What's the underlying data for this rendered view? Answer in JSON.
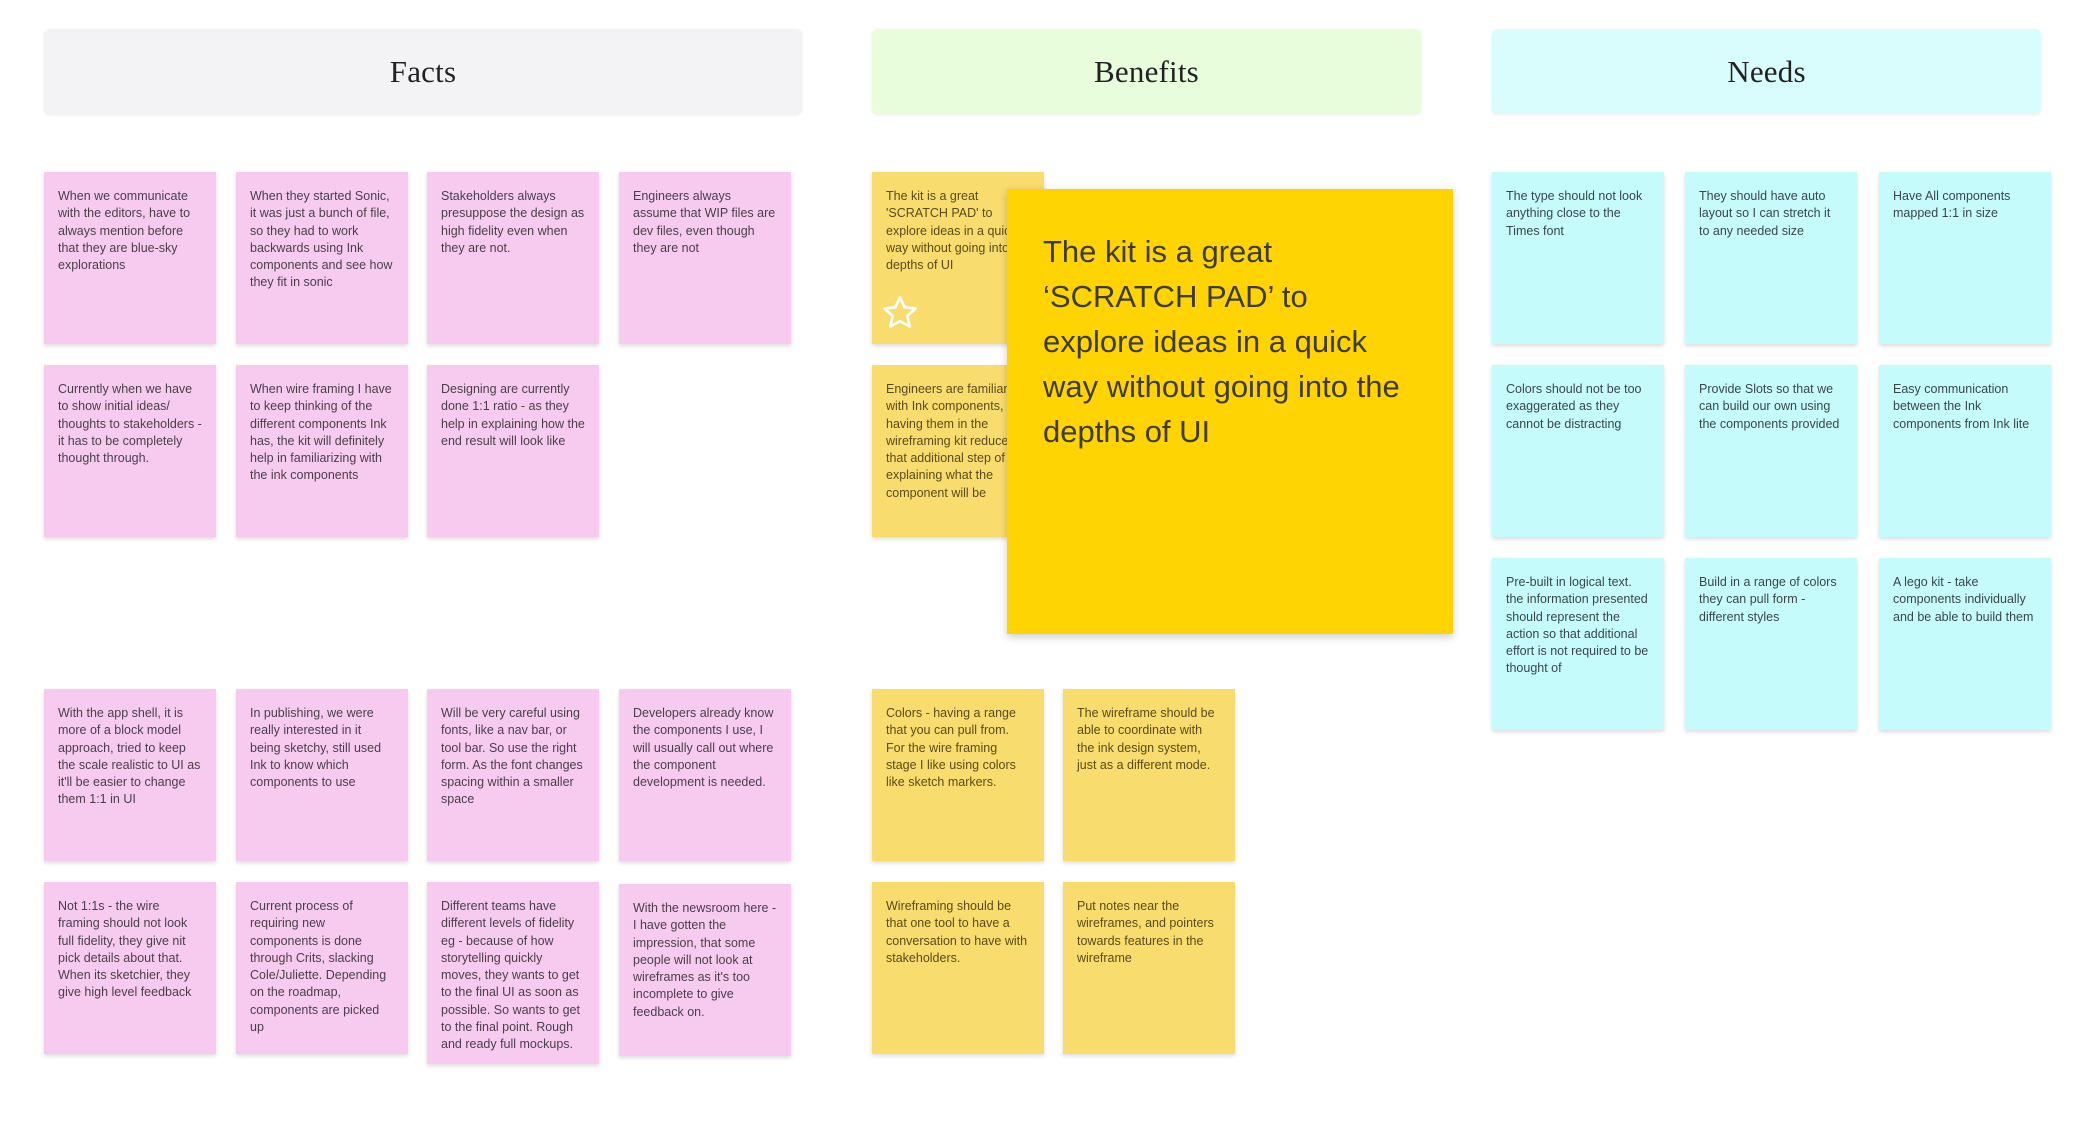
{
  "headers": {
    "facts": "Facts",
    "benefits": "Benefits",
    "needs": "Needs"
  },
  "colors": {
    "facts_header": "#f3f3f5",
    "benefits_header": "#e8fddb",
    "needs_header": "#d9fdfc",
    "pink_note": "#f6cbef",
    "yellow_note": "#f8dc6e",
    "cyan_note": "#c6fbfb",
    "highlight_note": "#ffd402"
  },
  "facts": [
    "When we communicate with the editors, have to always mention before that they are blue-sky explorations",
    "When they started Sonic, it was just a bunch of file, so they had to work backwards using Ink components and see how they fit in sonic",
    "Stakeholders always presuppose the design as high fidelity even when they are not.",
    "Engineers always assume that WIP files are dev files, even though they are not",
    "Currently when we have to show initial ideas/ thoughts to stakeholders - it has to be completely thought through.",
    "When wire framing I have to keep thinking of the different components Ink has, the kit will definitely help in familiarizing with the ink components",
    "Designing are currently done 1:1 ratio - as they help in explaining how the end result will look like",
    "With the app shell, it is more of a block model approach, tried to keep the scale realistic to UI as it'll be easier to change them 1:1 in UI",
    "In publishing, we were really interested in it being sketchy, still used Ink to know which components to use",
    "Will be very careful using fonts, like a nav bar, or tool bar. So use the right form. As the font changes spacing within a smaller space",
    "Developers already know the components I use, I will usually call out where the component development is needed.",
    "Not 1:1s - the wire framing should not look full fidelity, they give nit pick details about that.\nWhen its sketchier, they give high level feedback",
    "Current process of requiring new components is done through Crits, slacking Cole/Juliette. Depending on the roadmap, components are picked up",
    "Different teams have different levels of fidelity eg - because of how storytelling quickly moves, they wants to get to the final UI as soon as possible. So wants to get to the final point. Rough and ready full mockups.",
    "With the newsroom here - I have gotten the impression, that some people will not look at wireframes as it's too incomplete to give feedback on."
  ],
  "benefits": [
    "The kit is a great 'SCRATCH PAD' to explore ideas in a quick way without going into the depths of UI",
    "Engineers are familiar with Ink components, having them in the wireframing kit reduces that additional step of explaining what the component will be",
    "Colors - having a range that you can pull from. For the wire framing stage I like using colors like sketch markers.",
    "The wireframe should be able to coordinate with the ink design system, just as a different mode.",
    "Wireframing should be that one tool to have a conversation to have with stakeholders.",
    "Put notes near the wireframes, and pointers towards features in the wireframe"
  ],
  "highlight": {
    "text": "The kit is a great ‘SCRATCH PAD’ to explore ideas in a quick way without going into the depths of UI",
    "icon": "star-icon"
  },
  "needs": [
    "The type should not look anything close to the Times font",
    "They should have auto layout so I can stretch it to any needed size",
    "Have All components mapped 1:1 in size",
    "Colors should not be too exaggerated as they cannot be distracting",
    "Provide Slots so that we can build our own using the components provided",
    "Easy communication between the Ink components from Ink lite",
    "Pre-built in logical text. the information presented should represent the action so that additional effort is not required to be thought of",
    "Build in a range of colors they can pull form - different styles",
    "A lego kit - take components individually and be able to build them"
  ]
}
